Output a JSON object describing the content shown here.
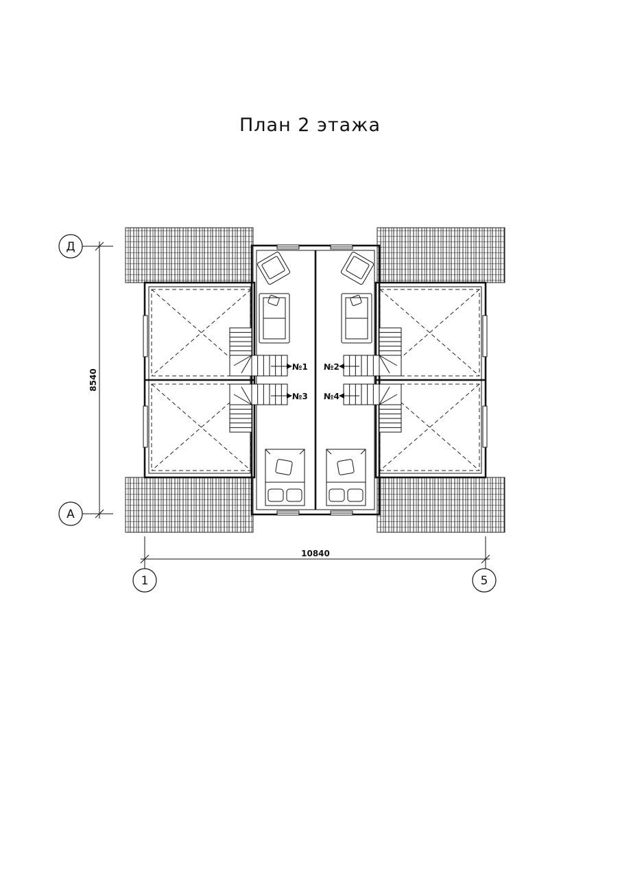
{
  "title": "План 2 этажа",
  "axes": {
    "top": "Д",
    "bottom": "А",
    "left": "1",
    "right": "5"
  },
  "dimensions": {
    "vertical": "8540",
    "horizontal": "10840"
  },
  "units": {
    "u1": "№1",
    "u2": "№2",
    "u3": "№3",
    "u4": "№4"
  }
}
